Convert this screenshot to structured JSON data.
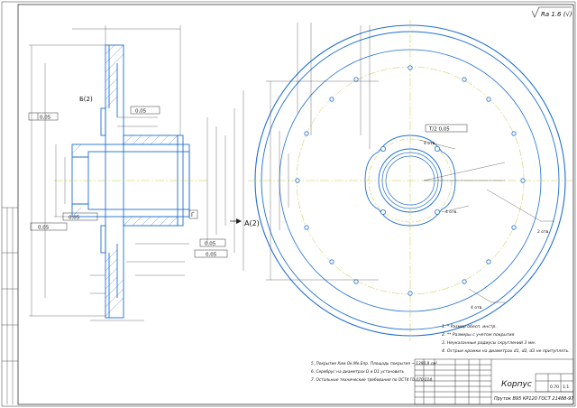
{
  "surface_finish": "Ra 1.6 (√)",
  "section_label": "Б(2)",
  "detail_label": "A(2)",
  "notes": [
    "1. * Размер обесп. инстр.",
    "2. ** Размеры с учетом покрытия",
    "3. Неуказанные радиусы скруглений 3 мм.",
    "4. Острые кромки на диаметрах d1, d2, d3 не притуплять."
  ],
  "notes_bottom": [
    "5. Покрытие Хим.Ок.Ме.Епр. Площадь покрытия ~ 1396,8 см²",
    "6. Серебрус на диаметрах D и D1 установить",
    "7. Остальные технические требования по ОСТ4 Г0.070.014."
  ],
  "title_block": {
    "name": "Корпус",
    "material": "Пруток В95 КР120 ГОСТ 21488-97",
    "mass": "0.70",
    "scale": "1:1"
  },
  "labels": {
    "tolerance1": "0,05",
    "tolerance2": "0,05",
    "tolerance3": "0,05",
    "tolerance4": "0,05",
    "tolerance5": "0,05",
    "tolerance6": "0,05",
    "datum_g": "Г",
    "tolerance_right": "Т/2  0,05",
    "holes1": "4 отв.",
    "holes2": "4 отв.",
    "holes3": "4 отв.",
    "holes4": "2 отв."
  },
  "colors": {
    "line": "#1a1a1a",
    "blue": "#1f6fd0",
    "center": "#c8c240"
  }
}
